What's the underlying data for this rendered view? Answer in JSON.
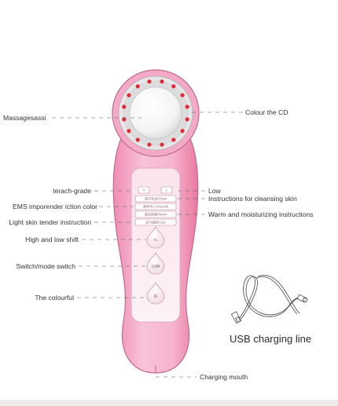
{
  "labels": {
    "massage": "Massagesassi",
    "colour_cd": "Colour the CD",
    "grade": "terach-grade",
    "ems": "EMS imporender iction color",
    "light_skin": "Light skin tender instruction",
    "shift": "High and low shift",
    "switch": "Switch/mode switch",
    "colourful": "The colourful",
    "low": "Low",
    "cleansing": "Instructions for cleansing skin",
    "warm": "Warm and moisturizing instructions",
    "charging_mouth": "Charging mouth"
  },
  "panel": {
    "h_key": "H",
    "l_key": "L",
    "row1": "清洁导出/Clean",
    "row2": "营养导入/Nourish",
    "row3": "温热按摩/Warm",
    "row4": "彩光嫩肤/Led"
  },
  "buttons": {
    "shift": "+/-",
    "power": "⏻/M",
    "light": "☼"
  },
  "usb": {
    "caption": "USB charging line"
  },
  "colors": {
    "body_pink": "#f5b8d0",
    "body_outline": "#c06a8c",
    "led_red": "#e02a3a",
    "head_silver": "#d9d9d9"
  }
}
